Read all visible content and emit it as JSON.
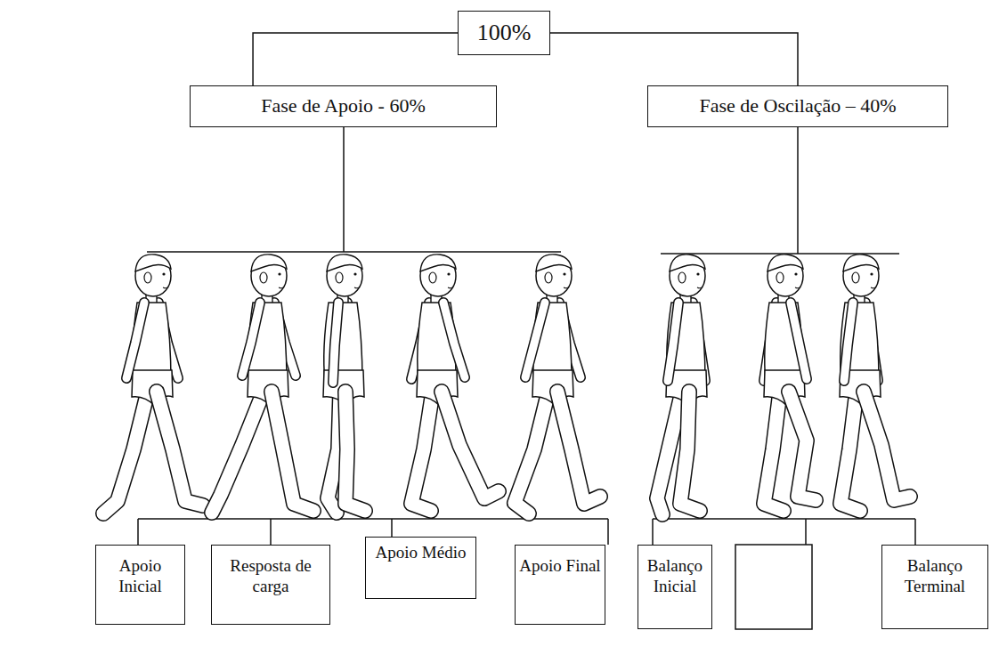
{
  "diagram": {
    "nodes": [
      {
        "text": [
          "100%"
        ]
      },
      {
        "text": [
          "Fase de Apoio - 60%"
        ]
      },
      {
        "text": [
          "Fase de Oscilação – 40%"
        ]
      },
      {
        "text": [
          "Apoio Inicial"
        ]
      },
      {
        "text": [
          "Resposta de carga"
        ]
      },
      {
        "text": [
          "Apoio Médio"
        ]
      },
      {
        "text": [
          "Apoio Final"
        ]
      },
      {
        "text": [
          "Balanço Inicial"
        ]
      },
      {
        "text": [
          "Balanço Terminal"
        ]
      }
    ],
    "edges": [
      {
        "from": 0,
        "to": 1,
        "arrow": "none"
      },
      {
        "from": 0,
        "to": 2,
        "arrow": "none"
      }
    ]
  }
}
